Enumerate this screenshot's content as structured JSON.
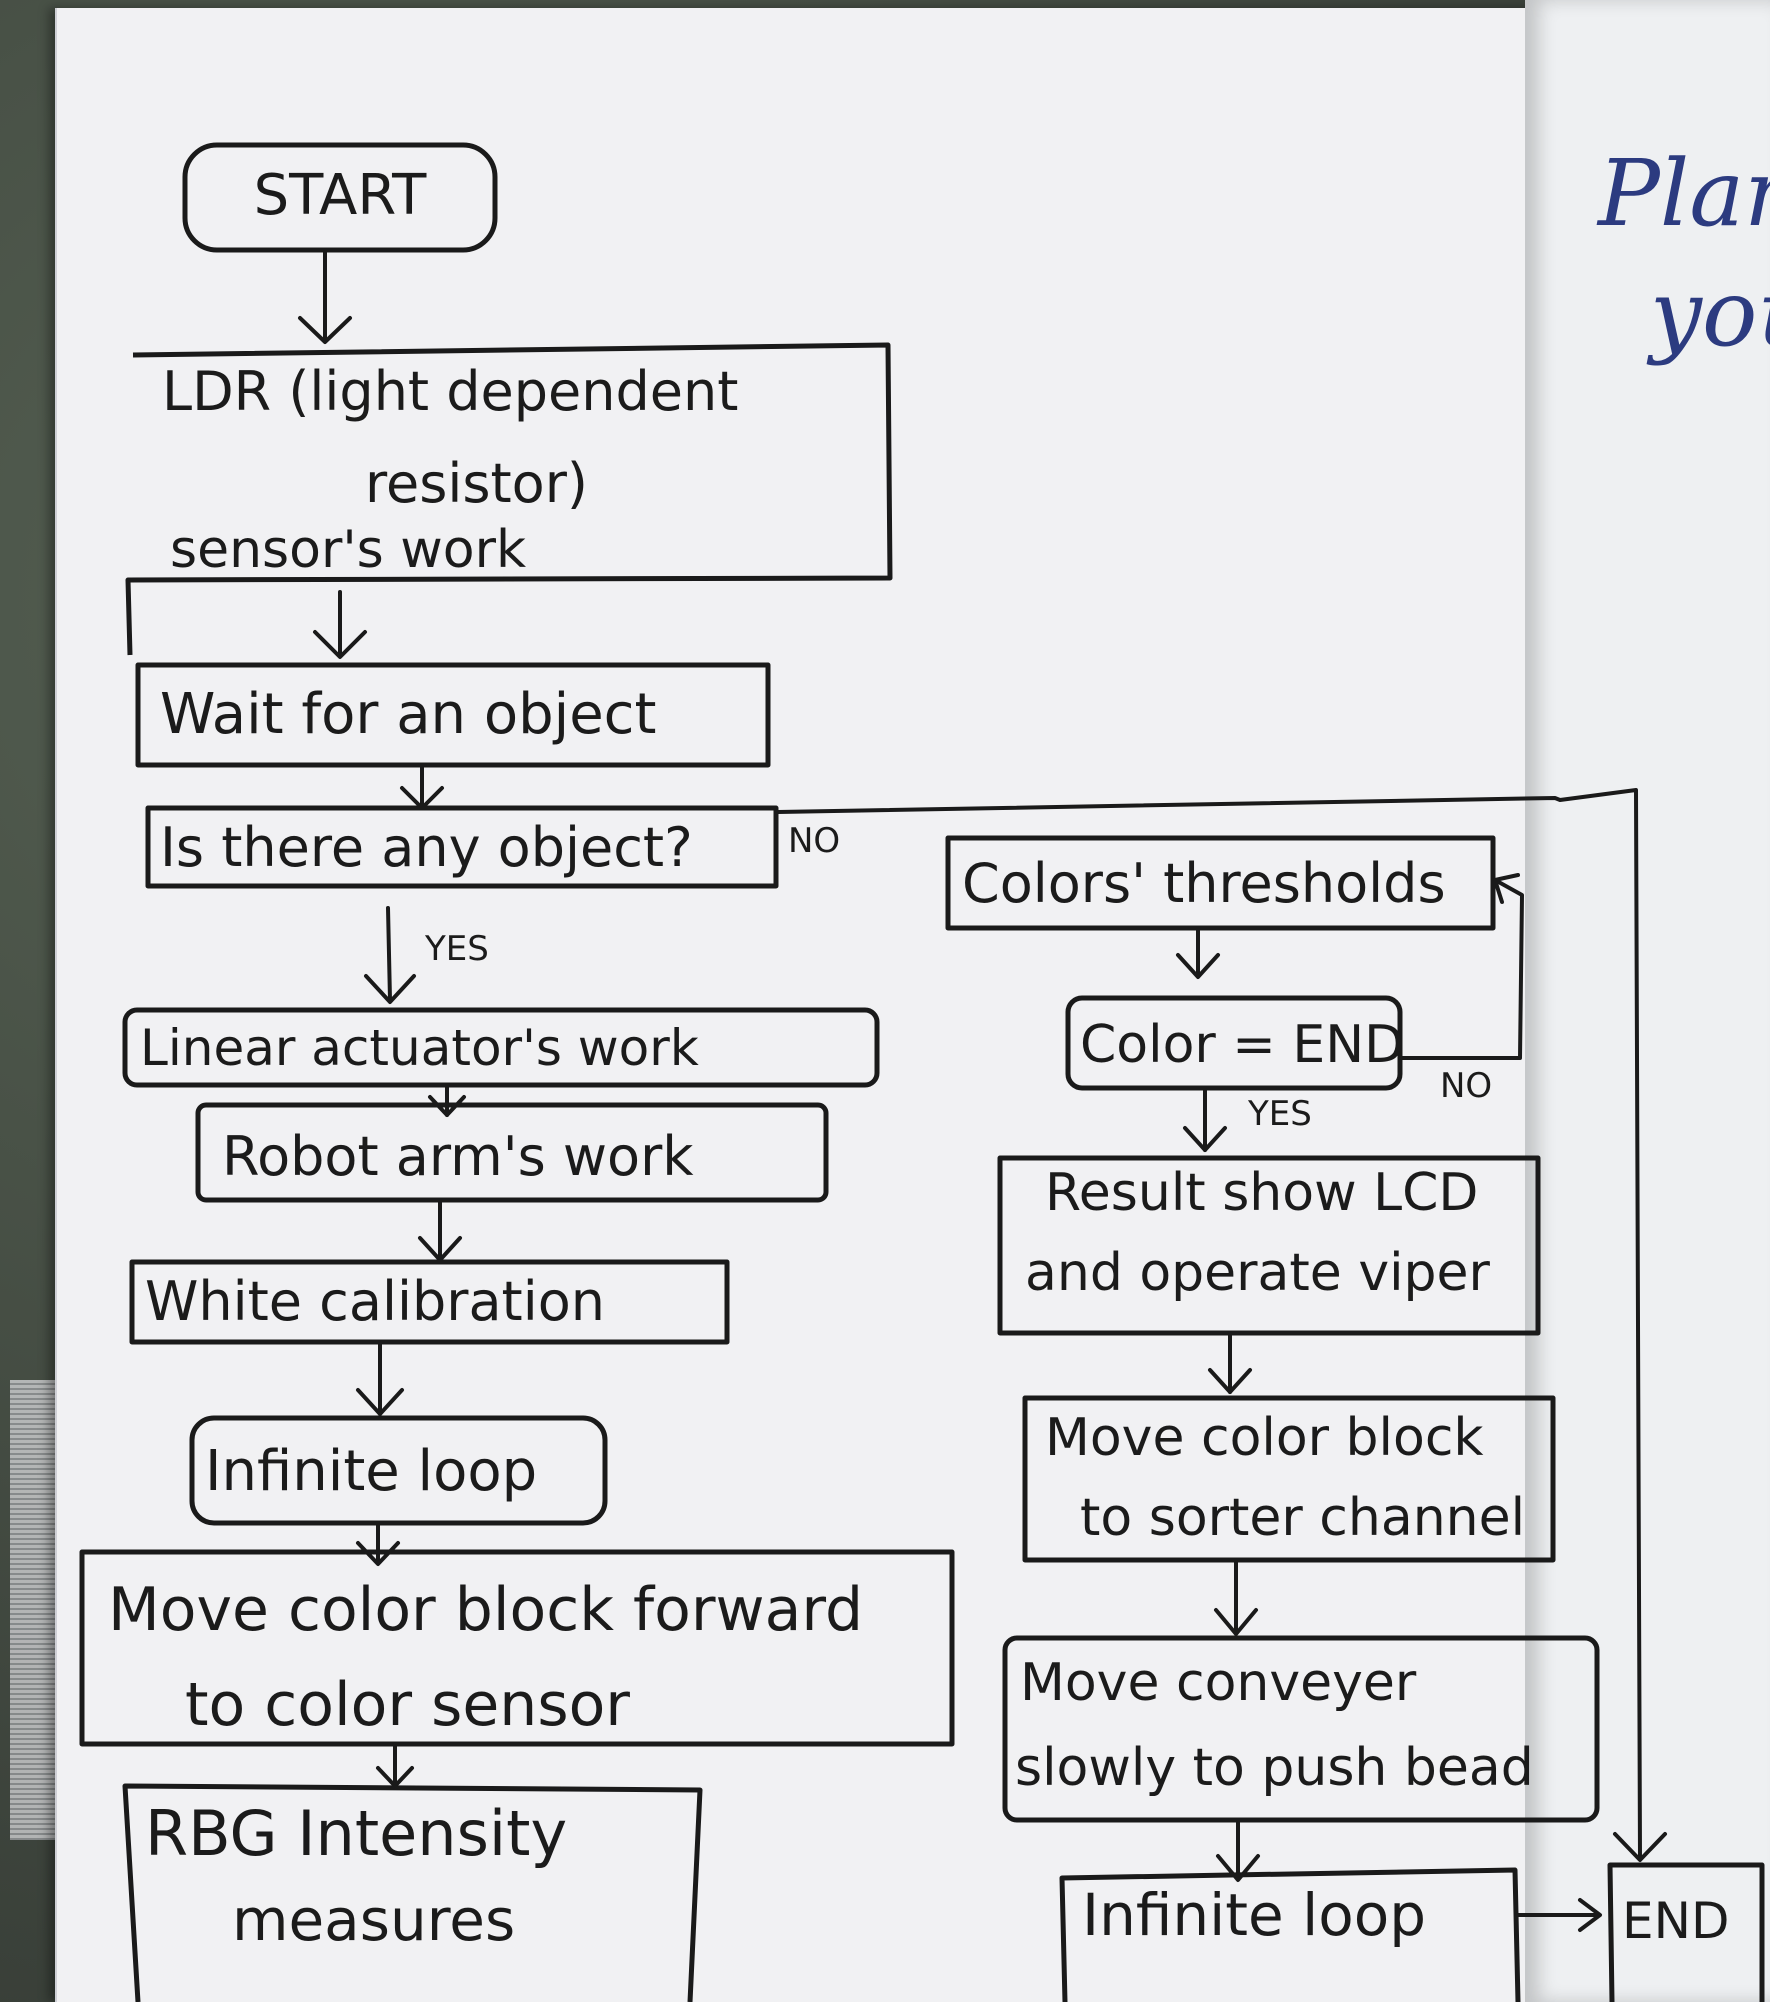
{
  "flowchart": {
    "start": "START",
    "ldr_line1": "LDR (light dependent",
    "ldr_line2": "resistor)",
    "ldr_line3": "sensor's work",
    "wait": "Wait for an object",
    "decision": "Is there any object?",
    "decision_no": "NO",
    "decision_yes": "YES",
    "linear": "Linear actuator's work",
    "robot": "Robot arm's work",
    "white": "White calibration",
    "loop_left": "Infinite loop",
    "move_fwd_line1": "Move color block forward",
    "move_fwd_line2": "to color sensor",
    "rbg_line1": "RBG Intensity",
    "rbg_line2": "measures",
    "thresholds": "Colors' thresholds",
    "color_end": "Color = END",
    "color_end_no": "NO",
    "color_end_yes": "YES",
    "result_line1": "Result show LCD",
    "result_line2": "and operate viper",
    "move_sorter_line1": "Move color block",
    "move_sorter_line2": "to sorter channel",
    "conveyer_line1": "Move conveyer",
    "conveyer_line2": "slowly to push bead",
    "loop_right": "Infinite loop",
    "end": "END"
  },
  "margin_note": {
    "line1": "Plan",
    "line2": "you"
  },
  "colors": {
    "ink": "#1a1a1a",
    "paper": "#f1f1f3",
    "note_ink": "#2c3b80"
  }
}
